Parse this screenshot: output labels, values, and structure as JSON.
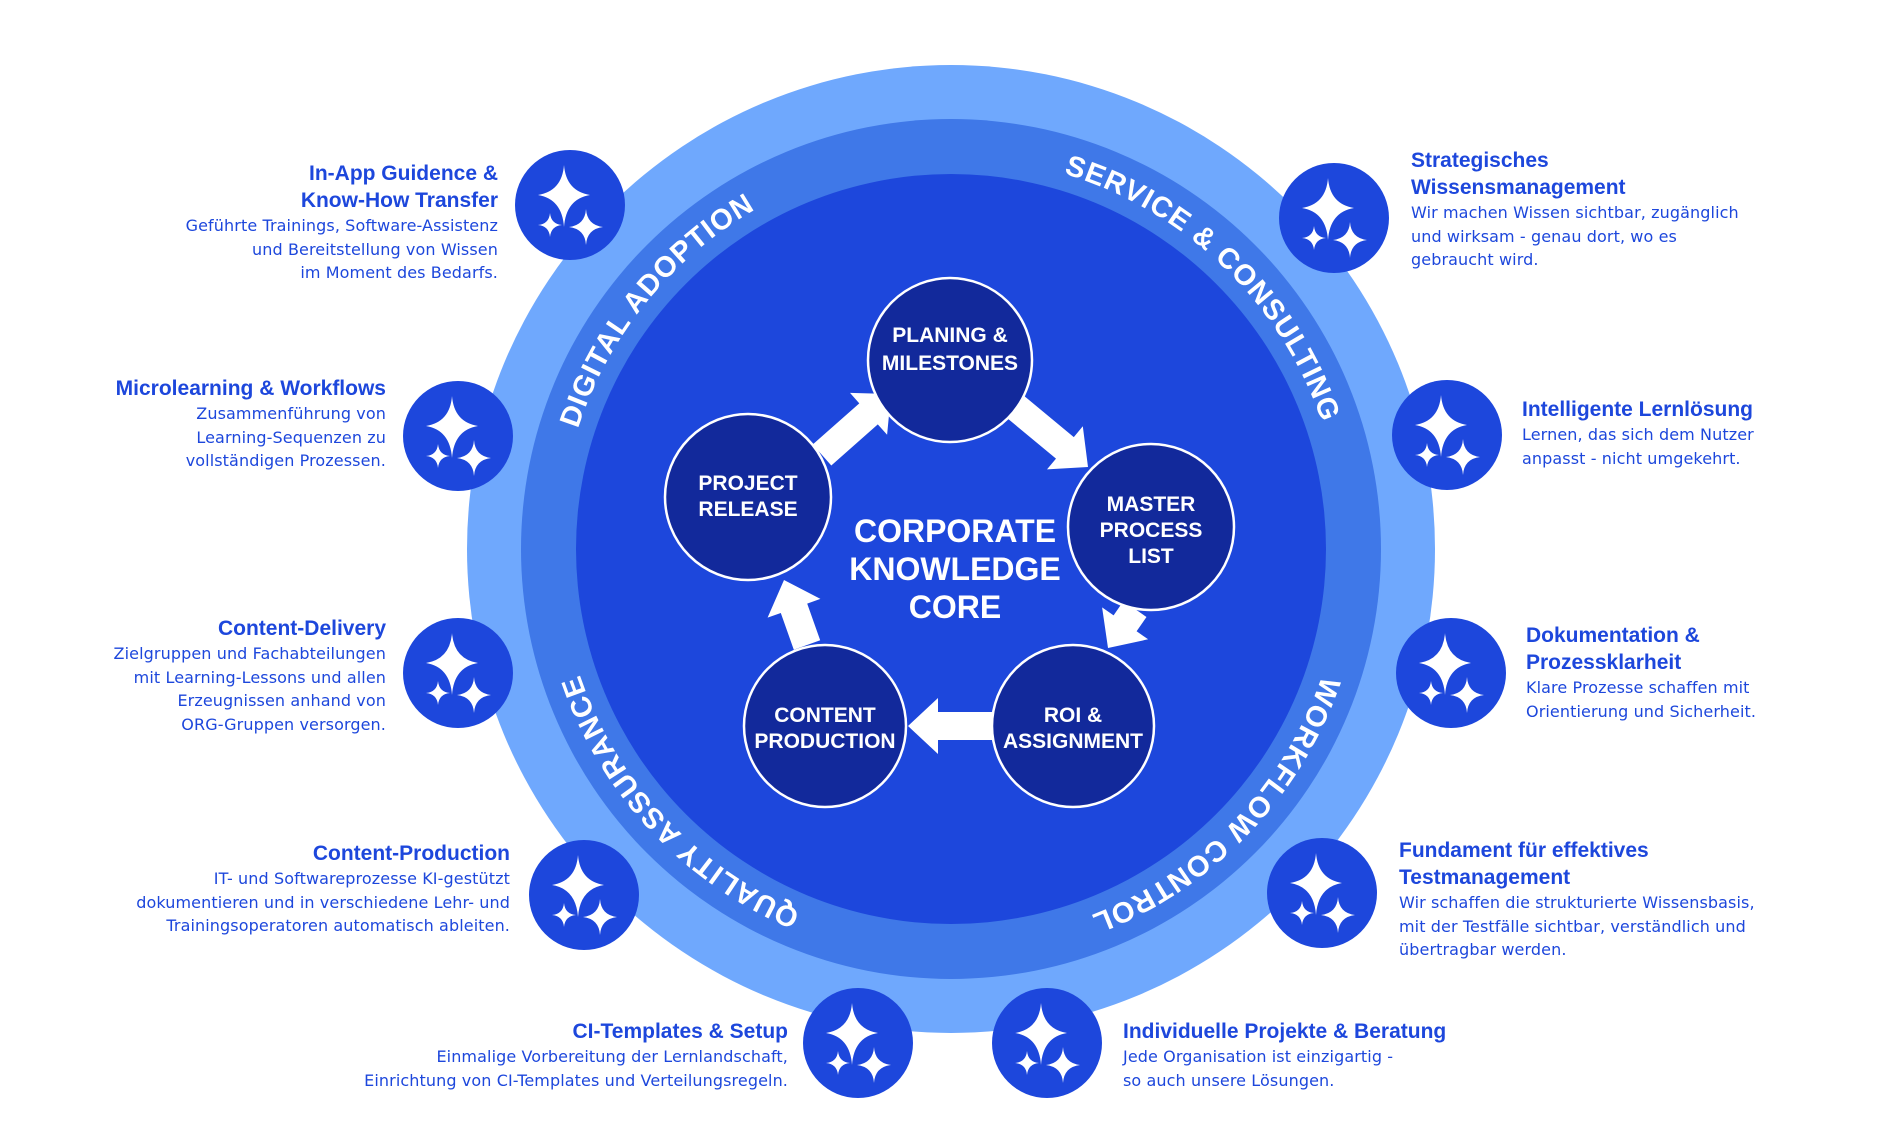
{
  "diagram": {
    "core_title": [
      "CORPORATE",
      "KNOWLEDGE",
      "CORE"
    ],
    "ring_labels": [
      {
        "id": "digital-adoption",
        "text": "DIGITAL ADOPTION"
      },
      {
        "id": "service-consulting",
        "text": "SERVICE & CONSULTING"
      },
      {
        "id": "workflow-control",
        "text": "WORKFLOW CONTROL"
      },
      {
        "id": "quality-assurance",
        "text": "QUALITY ASSURANCE"
      }
    ],
    "cycle_nodes": [
      {
        "id": "planing-milestones",
        "lines": [
          "PLANING &",
          "MILESTONES"
        ]
      },
      {
        "id": "master-process-list",
        "lines": [
          "MASTER",
          "PROCESS",
          "LIST"
        ]
      },
      {
        "id": "roi-assignment",
        "lines": [
          "ROI &",
          "ASSIGNMENT"
        ]
      },
      {
        "id": "content-production",
        "lines": [
          "CONTENT",
          "PRODUCTION"
        ]
      },
      {
        "id": "project-release",
        "lines": [
          "PROJECT",
          "RELEASE"
        ]
      }
    ],
    "cycle_flow": [
      "PLANING & MILESTONES",
      "MASTER PROCESS LIST",
      "ROI & ASSIGNMENT",
      "CONTENT PRODUCTION",
      "PROJECT RELEASE",
      "PLANING & MILESTONES"
    ],
    "icon": "sparkles-icon",
    "colors": {
      "outer_ring": "#6fa8fd",
      "middle_ring": "#3f78e8",
      "inner_disc": "#1d47dc",
      "node_fill": "#12299b",
      "text_accent": "#1d47dc"
    }
  },
  "features_left": [
    {
      "title": [
        "In-App Guidence &",
        "Know-How Transfer"
      ],
      "desc": [
        "Geführte Trainings, Software-Assistenz",
        "und Bereitstellung von Wissen",
        "im Moment des Bedarfs."
      ]
    },
    {
      "title": [
        "Microlearning & Workflows"
      ],
      "desc": [
        "Zusammenführung von",
        "Learning-Sequenzen zu",
        "vollständigen Prozessen."
      ]
    },
    {
      "title": [
        "Content-Delivery"
      ],
      "desc": [
        "Zielgruppen und Fachabteilungen",
        "mit Learning-Lessons und allen",
        "Erzeugnissen anhand von",
        "ORG-Gruppen versorgen."
      ]
    },
    {
      "title": [
        "Content-Production"
      ],
      "desc": [
        "IT- und Softwareprozesse KI-gestützt",
        "dokumentieren und in verschiedene Lehr- und",
        "Trainingsoperatoren automatisch ableiten."
      ]
    },
    {
      "title": [
        "CI-Templates & Setup"
      ],
      "desc": [
        "Einmalige Vorbereitung der Lernlandschaft,",
        "Einrichtung von CI-Templates und Verteilungsregeln."
      ]
    }
  ],
  "features_right": [
    {
      "title": [
        "Strategisches",
        "Wissensmanagement"
      ],
      "desc": [
        "Wir machen Wissen sichtbar, zugänglich",
        "und wirksam - genau dort, wo es",
        "gebraucht wird."
      ]
    },
    {
      "title": [
        "Intelligente Lernlösung"
      ],
      "desc": [
        "Lernen, das sich dem Nutzer",
        "anpasst - nicht umgekehrt."
      ]
    },
    {
      "title": [
        "Dokumentation &",
        "Prozessklarheit"
      ],
      "desc": [
        "Klare Prozesse schaffen mit",
        "Orientierung und Sicherheit."
      ]
    },
    {
      "title": [
        "Fundament für effektives",
        "Testmanagement"
      ],
      "desc": [
        "Wir schaffen die strukturierte Wissensbasis,",
        "mit der Testfälle sichtbar, verständlich und",
        "übertragbar werden."
      ]
    },
    {
      "title": [
        "Individuelle Projekte & Beratung"
      ],
      "desc": [
        "Jede Organisation ist einzigartig -",
        "so auch unsere Lösungen."
      ]
    }
  ]
}
